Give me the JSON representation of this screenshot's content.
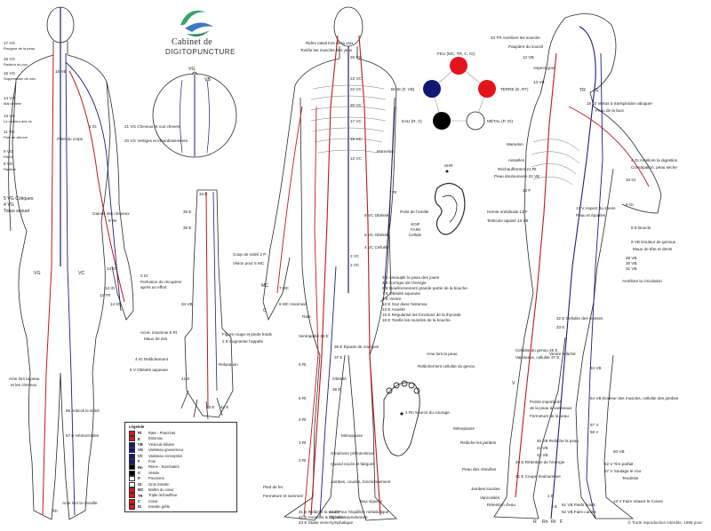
{
  "logo": {
    "line1": "Cabinet de",
    "line2": "DIGITOPUNCTURE"
  },
  "back_view": {
    "labels": [
      "17 VG",
      "Rougeur de la peau",
      "16 VG",
      "Raideur du cou",
      "15 VG",
      "Suppression de voix",
      "14 VG",
      "Mal de tête",
      "13 VG",
      "Le douleur des os",
      "11 VG",
      "Paix de silence",
      "9 VG",
      "Fièvre",
      "8 VG",
      "Raideur",
      "5 VG Coliques",
      "4 VG",
      "Torus sexuel",
      "15 VB",
      "1 IG",
      "14 GI",
      "12 TR",
      "Pilier du corps",
      "VG",
      "VC",
      "Ame lors la peau",
      "et les cheveux",
      "56 Anticoli le soleil",
      "57 E Hémorroïdes",
      "Rn",
      "Ame lors la cheville",
      "9 Se",
      "Gaines des cheveux",
      "13 IG",
      "14 IG"
    ]
  },
  "top_head": {
    "labels": [
      "VG",
      "VB",
      "21 VG Cheveux et cuir chevelu",
      "20 VG Vertiges et étourdissements"
    ]
  },
  "hand_view": {
    "labels": [
      "34 E",
      "35 E",
      "36 E",
      "2 IG",
      "Perfusion de récupérer",
      "après un effort",
      "34 VB",
      "Acné, insomnie 6 Rt",
      "Maux de dos",
      "4 IG Relâchement",
      "5 V Obésité aqueuse",
      "Figure rouge et pieds froids",
      "2 E Augmente l'appétit",
      "Relaxation",
      "41 E",
      "43 E",
      "44 E"
    ]
  },
  "front_view": {
    "labels": [
      "Rides nasal lors de la voix",
      "Tonifie les muscles des yeux",
      "26 VG",
      "23 VC",
      "22 VC",
      "20 VC",
      "17 VC",
      "15 VC",
      "12 VC",
      "Mamelon",
      "7 Rt",
      "9 VC Obésité",
      "6 VC Obésité",
      "4 VC Cellulite",
      "3 VC",
      "2 VC",
      "Coup de soleil 2 P",
      "Vision pour 5 MC",
      "7 MC",
      "6 MC Insomnie",
      "MC",
      "C",
      "Rate",
      "Ventripotité 35 E",
      "36 E Épaule de crampes",
      "37 E",
      "Obésité",
      "38 E",
      "6 Rt",
      "5 Rt",
      "4 Rt",
      "3 Rt",
      "2 Rt",
      "Pied de fer",
      "Jambes, coudes, fonctionnement",
      "41 E Relâche la coude",
      "42 E Anorexie & digestion",
      "43 E Stase veino-lymphatique",
      "44 E Pour l'équilibre métabolique",
      "Obésité mamelonnée",
      "Ménopause",
      "Syndrome prémenstruel",
      "Quand excès et fatigues",
      "Fermeture et sommeil",
      "Taux vigueur"
    ]
  },
  "point_descriptions": [
    "3 E Assouplir la peau des joues",
    "4 E Corriger de l'énergie",
    "6 E Bouillonnement grande partie de la bouche",
    "7 E Obésité aqueuse",
    "9 E Ventre",
    "12 E Gaz dans l'estomac",
    "13 E Anxiété",
    "15 E Régularisé les fonctions de la thyroïde",
    "18 E Tonifie les muscles de la bouche"
  ],
  "elements": {
    "feu": "FEU (MC, TR, C, IG)",
    "terre": "TERRE (E, RT)",
    "metal": "MÉTAL (P, GI)",
    "eau": "EAU (R, V)",
    "bois": "BOIS (F, VB)",
    "colors": {
      "feu": "#e1141b",
      "terre": "#e1141b",
      "metal": "#ffffff",
      "eau": "#000000",
      "bois": "#121773"
    }
  },
  "ear": {
    "labels": [
      "SHR",
      "Point de l'oreille",
      "SOIF",
      "FAIM",
      "Cellule"
    ]
  },
  "foot": {
    "labels": [
      "1 Rn Source du courage"
    ]
  },
  "side_view": {
    "labels": [
      "33 TR Améliore les sourcils",
      "Paupière du sourcil",
      "12 VB",
      "Aspect gras",
      "13 VB",
      "TR",
      "IG",
      "15 GI Vertus à transpiration aboguer",
      "Peau de la face",
      "Mamelon",
      "Aisselles",
      "Réchauffement 21 Rt",
      "Peau douloureuse 22 VB",
      "13 F",
      "4 GI Améliore la digestion",
      "Constipation, peau sèche",
      "10 GI",
      "9 GI",
      "Hernie ombilicale 13 F",
      "Testicule apaisé 13 VB",
      "17 V Aspect du stress",
      "Peau et épaules",
      "8 E Boucle",
      "9 VB Douleur de genoux",
      "Maux de tête et dents",
      "29 VB",
      "30 VB",
      "31 VB",
      "Améliore la circulation",
      "32 E Cellulite des cuisses",
      "33 E",
      "Cellulite du genou 35 E",
      "Vaisseaux, cellulite 37 E",
      "Ame lors la peau",
      "Relâchement cellulite du genou",
      "V",
      "Ventre relâché",
      "34 VB",
      "Points importants",
      "de la peau & vaisseaux",
      "54 VB Douleur des muscles, cellulite des jambes",
      "Fermeture de la peau",
      "57 V",
      "58 V",
      "40 E Rétention de l'énergie",
      "41 E Coupe douloureuse",
      "60 VB",
      "62 V Tire parfait",
      "67 V Soulage le cou",
      "Ménopause",
      "Relâche les jambes",
      "Peau des chevilles",
      "40 VB Relâche la peau",
      "41 VB",
      "43 VB",
      "Jambes lourdes",
      "1 E",
      "3 E",
      "61 VB Pieds froids",
      "62 VB Faim canine",
      "13 V Faire relaxer le Cuivre",
      "Rétention d'eau",
      "Varicosités",
      "Tendinite",
      "R",
      "Rn",
      "Rt",
      "F"
    ]
  },
  "legend": {
    "title": "Légende",
    "rows": [
      {
        "code": "Rt",
        "name": "Rate - Pancréas",
        "color": "#e1141b"
      },
      {
        "code": "E",
        "name": "Estomac",
        "color": "#e1141b"
      },
      {
        "code": "VB",
        "name": "Vésicule biliaire",
        "color": "#121773"
      },
      {
        "code": "VG",
        "name": "Vaisseau gouverneur",
        "color": "#121773"
      },
      {
        "code": "VC",
        "name": "Vaisseau conception",
        "color": "#121773"
      },
      {
        "code": "F",
        "name": "Foie",
        "color": "#121773"
      },
      {
        "code": "Rn",
        "name": "Reins - Surrénales",
        "color": "#000000"
      },
      {
        "code": "V",
        "name": "Vessie",
        "color": "#000000"
      },
      {
        "code": "P",
        "name": "Poumons",
        "color": "#ffffff"
      },
      {
        "code": "GI",
        "name": "Gros intestin",
        "color": "#ffffff"
      },
      {
        "code": "MC",
        "name": "Maître du cœur",
        "color": "#e1141b"
      },
      {
        "code": "TR",
        "name": "Triple réchauffeur",
        "color": "#e1141b"
      },
      {
        "code": "C",
        "name": "Cœur",
        "color": "#e1141b"
      },
      {
        "code": "IG",
        "name": "Intestin grêle",
        "color": "#e1141b"
      }
    ]
  },
  "copyright": "© Toute reproduction interdite. 1998 pour",
  "colors": {
    "meridian_red": "#c4161c",
    "meridian_blue": "#1c1f7a",
    "body_outline": "#2a2a2a"
  }
}
